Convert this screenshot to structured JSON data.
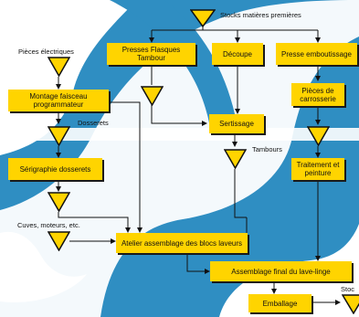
{
  "labels": {
    "stocks_matieres": "Stocks matières premières",
    "pieces_electriques": "Pièces électriques",
    "dosserets": "Dosserets",
    "tambours": "Tambours",
    "cuves": "Cuves, moteurs, etc.",
    "stocks_right": "Stoc"
  },
  "boxes": {
    "presses_flasques": "Presses Flasques Tambour",
    "decoupe": "Découpe",
    "presse_emboutissage": "Presse emboutissage",
    "montage_faisceau": "Montage faisceau programmateur",
    "pieces_carrosserie": "Pièces de carrosserie",
    "sertissage": "Sertissage",
    "serigraphie": "Sérigraphie dosserets",
    "traitement": "Traitement et peinture",
    "atelier": "Atelier assemblage des blocs laveurs",
    "assemblage_final": "Assemblage final du lave-linge",
    "emballage": "Emballage"
  },
  "colors": {
    "background": "#2f8ec2",
    "background_curves": "#ffffff",
    "box_fill": "#ffd400",
    "triangle_fill": "#ffd400",
    "line": "#111111"
  }
}
